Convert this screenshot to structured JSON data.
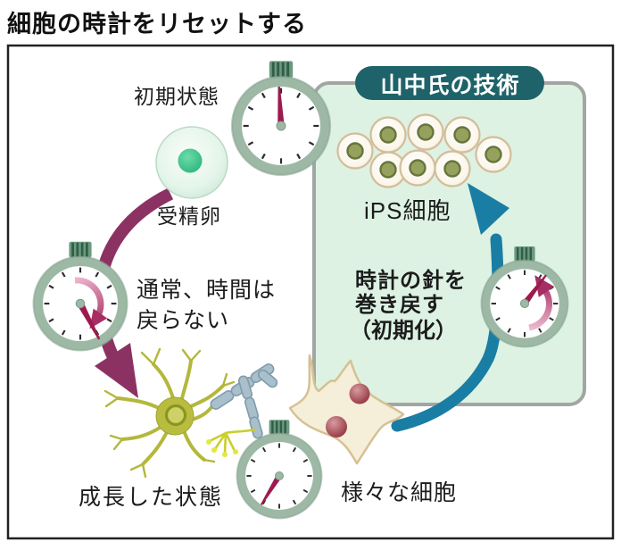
{
  "title": "細胞の時計をリセットする",
  "labels": {
    "initial_state": "初期状態",
    "fertilized_egg": "受精卵",
    "normal_note_1": "通常、時間は",
    "normal_note_2": "戻らない",
    "grown_state": "成長した状態",
    "various_cells": "様々な細胞",
    "rewind_1": "時計の針を",
    "rewind_2": "巻き戻す",
    "rewind_3": "（初期化）",
    "ips_cells": "iPS細胞",
    "yamanaka_badge": "山中氏の技術"
  },
  "colors": {
    "frame_border": "#222222",
    "maroon_arrow": "#8c3263",
    "teal_arrow": "#1a7da3",
    "watch_rim": "#9db9a5",
    "watch_hand": "#9c1a4e",
    "crown_green": "#5d8f72",
    "badge_bg": "#1e6369",
    "badge_text": "#ffffff",
    "box_bg": "#ddf2e3",
    "box_border": "#a2a6a3",
    "egg_fill": "#e9f7ee",
    "egg_nucleus": "#3ecb8b",
    "ips_cell_body": "#fdfaf2",
    "ips_cell_ring": "#d3bd9c",
    "ips_nucleus": "#95a25e",
    "neuron_olive": "#b5ba3a",
    "fiber_blue": "#a9bfcb",
    "fibroblast_body": "#f5eed9",
    "fibroblast_nucleus": "#a9485a",
    "pink_curl": "#c2537f"
  },
  "figures": {
    "stopwatch_top": "clock at initial position (12 o'clock)",
    "stopwatch_left": "clock running forward (5 o'clock)",
    "stopwatch_bottom": "clock advanced (7 o'clock)",
    "stopwatch_right": "clock being rewound (1 o'clock)"
  }
}
